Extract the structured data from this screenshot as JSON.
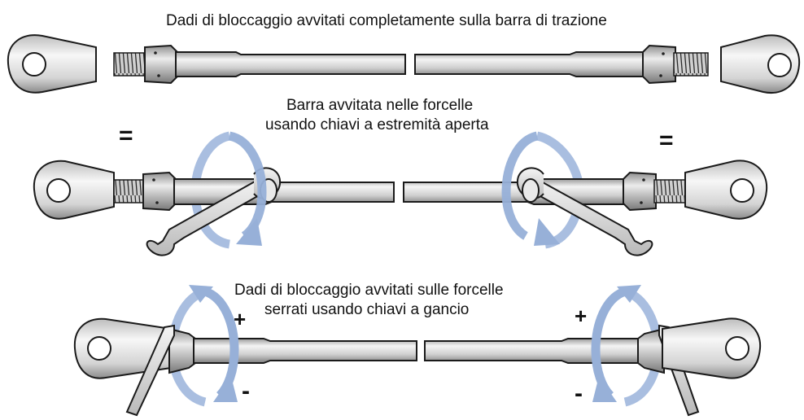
{
  "figure": {
    "step1": {
      "caption": "Dadi di bloccaggio avvitati completamente sulla barra di trazione"
    },
    "step2": {
      "caption_line1": "Barra avvitata nelle forcelle",
      "caption_line2": "usando chiavi a estremità aperta",
      "equal_left": "=",
      "equal_right": "="
    },
    "step3": {
      "caption_line1": "Dadi di bloccaggio avvitati sulle forcelle",
      "caption_line2": "serrati usando chiavi a gancio",
      "plus_left": "+",
      "minus_left": "-",
      "plus_right": "+",
      "minus_right": "-"
    }
  },
  "colors": {
    "metal_light": "#f2f2f2",
    "metal_mid": "#c8c8c8",
    "metal_dark": "#8a8a8a",
    "outline": "#1a1a1a",
    "rotation_arrow": "#9fb6d9"
  },
  "icons": [
    "clevis-icon",
    "lock-nut-icon",
    "threaded-rod-icon",
    "open-end-wrench-icon",
    "hook-wrench-icon",
    "rotation-arrow-icon"
  ]
}
